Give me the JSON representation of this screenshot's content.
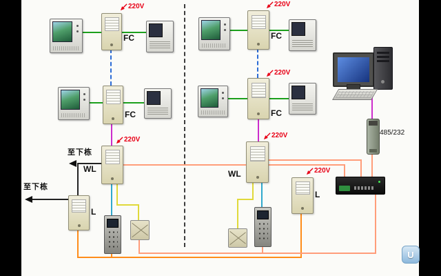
{
  "labels": {
    "power": "220V",
    "fc": "FC",
    "wl": "WL",
    "l": "L",
    "to_next_building": "至下栋",
    "converter": "485/232",
    "logo": "U"
  },
  "colors": {
    "wire_video_green": "#1ca01c",
    "wire_power_magenta": "#cc2ccc",
    "wire_riser_blue_dashed": "#2b6bd6",
    "wire_audio_cyan": "#2fa8cc",
    "wire_signal_yellow": "#e0d93a",
    "wire_trunk_orange": "#ff8c1a",
    "wire_bus_salmon": "#ff9d7a",
    "power_label_red": "#e80016",
    "controller_box_beige": "#e4dfc0",
    "background_white": "#fbfbf8",
    "side_bars_black": "#000000"
  }
}
